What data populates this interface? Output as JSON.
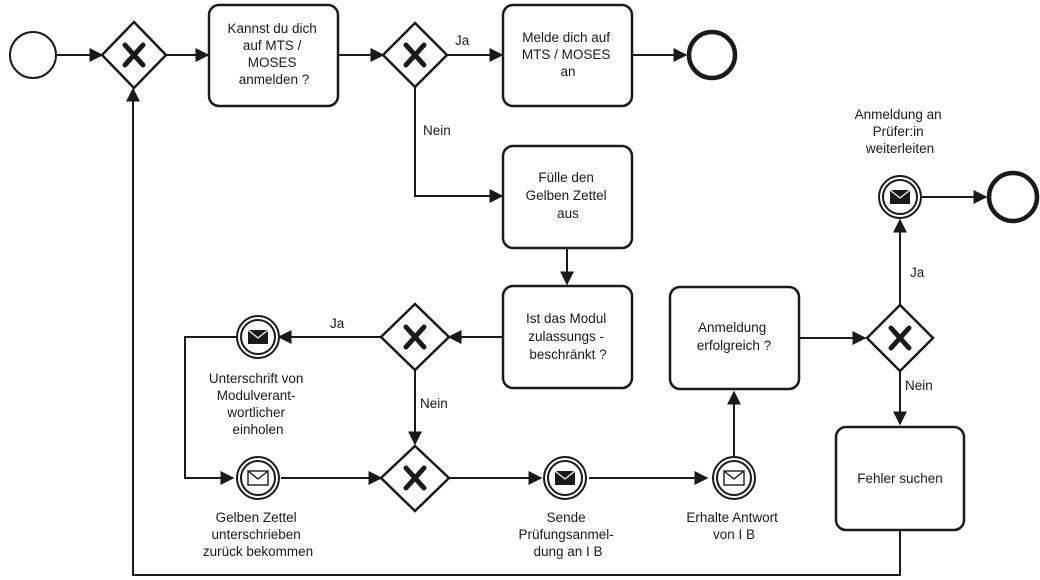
{
  "tasks": {
    "login_question": [
      "Kannst du dich",
      "auf MTS /",
      "MOSES",
      "anmelden ?"
    ],
    "login": [
      "Melde dich auf",
      "MTS / MOSES",
      "an"
    ],
    "fill_form": [
      "Fülle den",
      "Gelben Zettel",
      "aus"
    ],
    "restricted_question": [
      "Ist das Modul",
      "zulassungs -",
      "beschränkt ?"
    ],
    "success_question": [
      "Anmeldung",
      "erfolgreich ?"
    ],
    "find_error": [
      "Fehler suchen"
    ]
  },
  "events": {
    "get_signature": [
      "Unterschrift von",
      "Modulverant-",
      "wortlicher",
      "einholen"
    ],
    "receive_form": [
      "Gelben Zettel",
      "unterschrieben",
      "zurück bekommen"
    ],
    "send_registration": [
      "Sende",
      "Prüfungsanmel-",
      "dung an I B"
    ],
    "receive_answer": [
      "Erhalte Antwort",
      "von I B"
    ],
    "forward_registration": [
      "Anmeldung an",
      "Prüfer:in",
      "weiterleiten"
    ]
  },
  "flow_labels": {
    "g2_yes": "Ja",
    "g2_no": "Nein",
    "g3_yes": "Ja",
    "g3_no": "Nein",
    "g5_yes": "Ja",
    "g5_no": "Nein"
  }
}
